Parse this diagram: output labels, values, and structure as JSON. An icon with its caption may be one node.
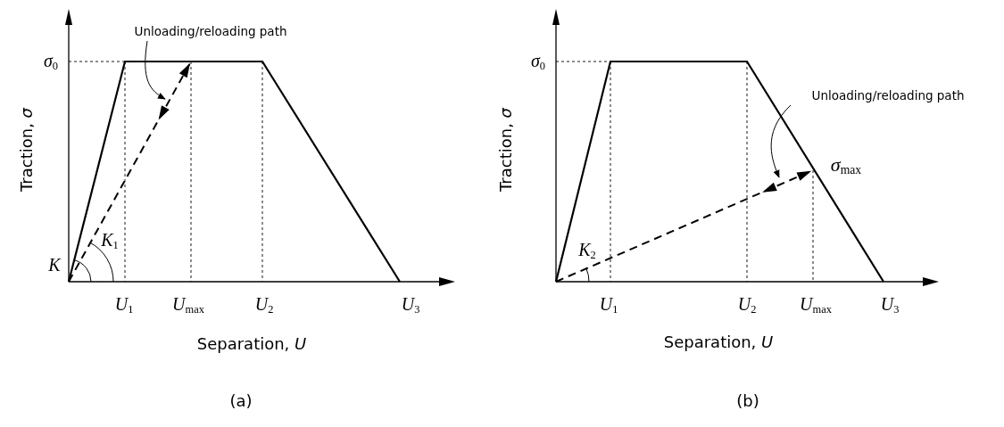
{
  "diagram": {
    "nodes": [
      {
        "text": [
          "Unloading/reloading path"
        ]
      },
      {
        "text": [
          "Unloading/reloading path"
        ]
      }
    ],
    "edges": [
      {
        "from": 0,
        "to": null,
        "arrow": "to"
      },
      {
        "from": 1,
        "to": null,
        "arrow": "to"
      }
    ],
    "labels": [
      "*σ*$_{0}$",
      "Traction, *σ*",
      "*K*",
      "*K*$_{1}$",
      "*U*$_{1}$",
      "*U*$_{max}$",
      "*U*$_{2}$",
      "*U*$_{3}$",
      "Separation, *U*",
      "*σ*$_{0}$",
      "Traction, *σ*",
      "*σ*$_{max}$",
      "*K*$_{2}$",
      "*U*$_{1}$",
      "*U*$_{2}$",
      "*U*$_{max}$",
      "*U*$_{3}$",
      "Separation, *U*",
      "(a)",
      "(b)"
    ]
  }
}
